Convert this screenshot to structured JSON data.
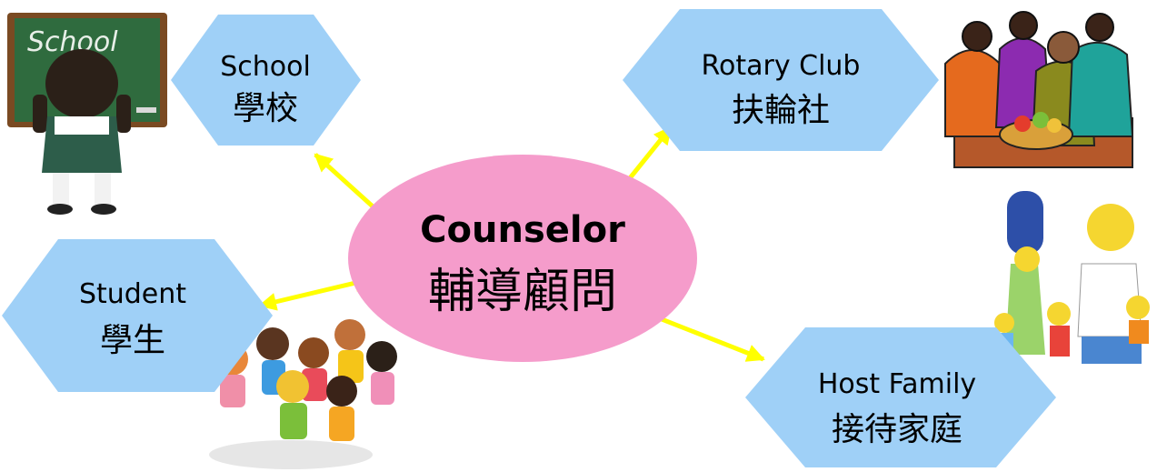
{
  "center": {
    "en": "Counselor",
    "zh": "輔導顧問"
  },
  "nodes": {
    "school": {
      "en": "School",
      "zh": "學校"
    },
    "rotary": {
      "en": "Rotary Club",
      "zh": "扶輪社"
    },
    "student": {
      "en": "Student",
      "zh": "學生"
    },
    "host": {
      "en": "Host Family",
      "zh": "接待家庭"
    }
  },
  "illustrations": {
    "chalkboard_text": "School"
  },
  "colors": {
    "hexagon": "#9fd0f7",
    "center": "#f59ccb",
    "arrows": "#ffff00"
  }
}
